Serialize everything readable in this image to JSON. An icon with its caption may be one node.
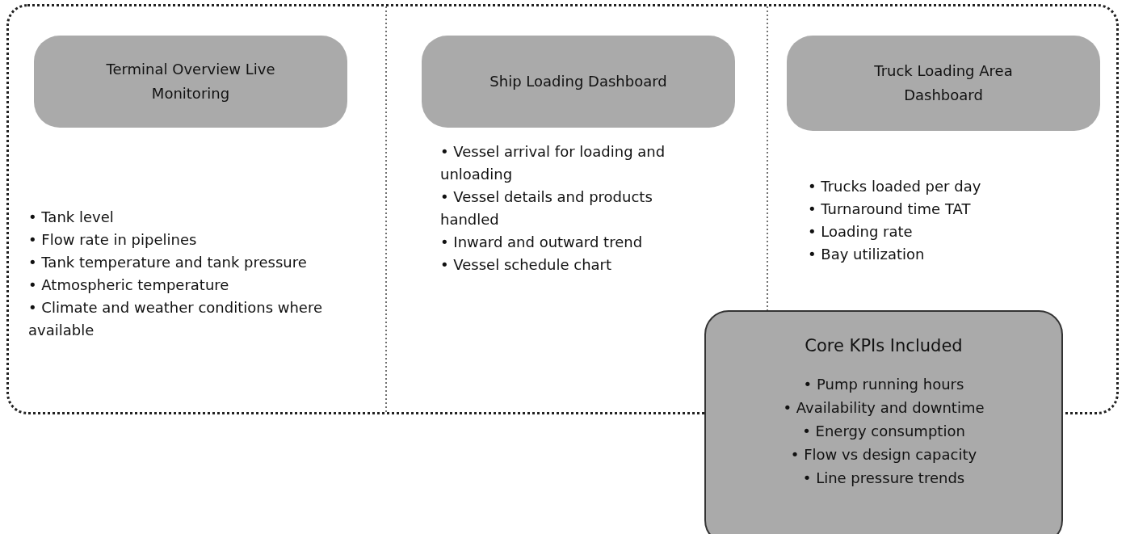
{
  "diagram": {
    "nodes": [
      {
        "text": [],
        "shape": "box"
      },
      {
        "text": [
          "Terminal Overview Live Monitoring"
        ],
        "in": 0,
        "beside": [
          "• Tank level",
          "• Flow rate in pipelines",
          "• Tank temperature and tank pressure",
          "• Atmospheric temperature",
          "• Climate and weather conditions where available"
        ]
      },
      {
        "text": [
          "Ship Loading Dashboard"
        ],
        "in": 0,
        "beside": [
          "• Vessel arrival for loading and unloading",
          "• Vessel details and products handled",
          "• Inward and outward trend",
          "• Vessel schedule chart"
        ]
      },
      {
        "text": [
          "Truck Loading Area Dashboard"
        ],
        "in": 0,
        "beside": [
          "• Trucks loaded per day",
          "• Turnaround time TAT",
          "• Loading rate",
          "• Bay utilization"
        ]
      },
      {
        "text": [
          "Core KPIs Included",
          "• Pump running hours",
          "• Availability and downtime",
          "• Energy consumption",
          "• Flow vs design capacity",
          "• Line pressure trends"
        ]
      }
    ],
    "edges": []
  }
}
